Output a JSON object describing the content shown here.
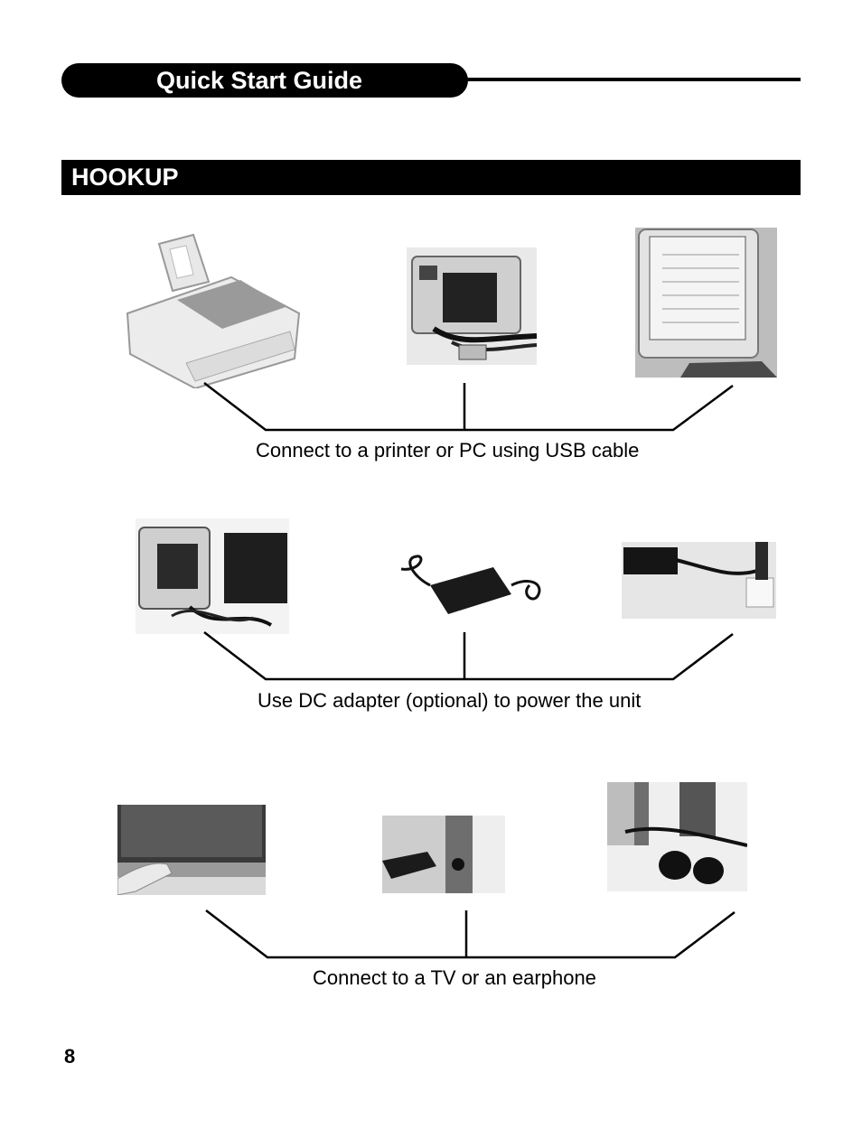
{
  "header": {
    "title": "Quick Start Guide"
  },
  "section": {
    "title": "HOOKUP"
  },
  "groups": [
    {
      "caption": "Connect to a printer or PC using USB cable",
      "photos": [
        "printer-photo",
        "camera-usb-cable-photo",
        "pc-monitor-photo"
      ]
    },
    {
      "caption": "Use DC adapter (optional) to power the unit",
      "photos": [
        "camera-with-adapter-photo",
        "dc-adapter-photo",
        "adapter-wall-outlet-photo"
      ]
    },
    {
      "caption": "Connect to a TV or an earphone",
      "photos": [
        "tv-connection-photo",
        "av-jack-photo",
        "earphone-photo"
      ]
    }
  ],
  "footer": {
    "page_number": "8"
  }
}
